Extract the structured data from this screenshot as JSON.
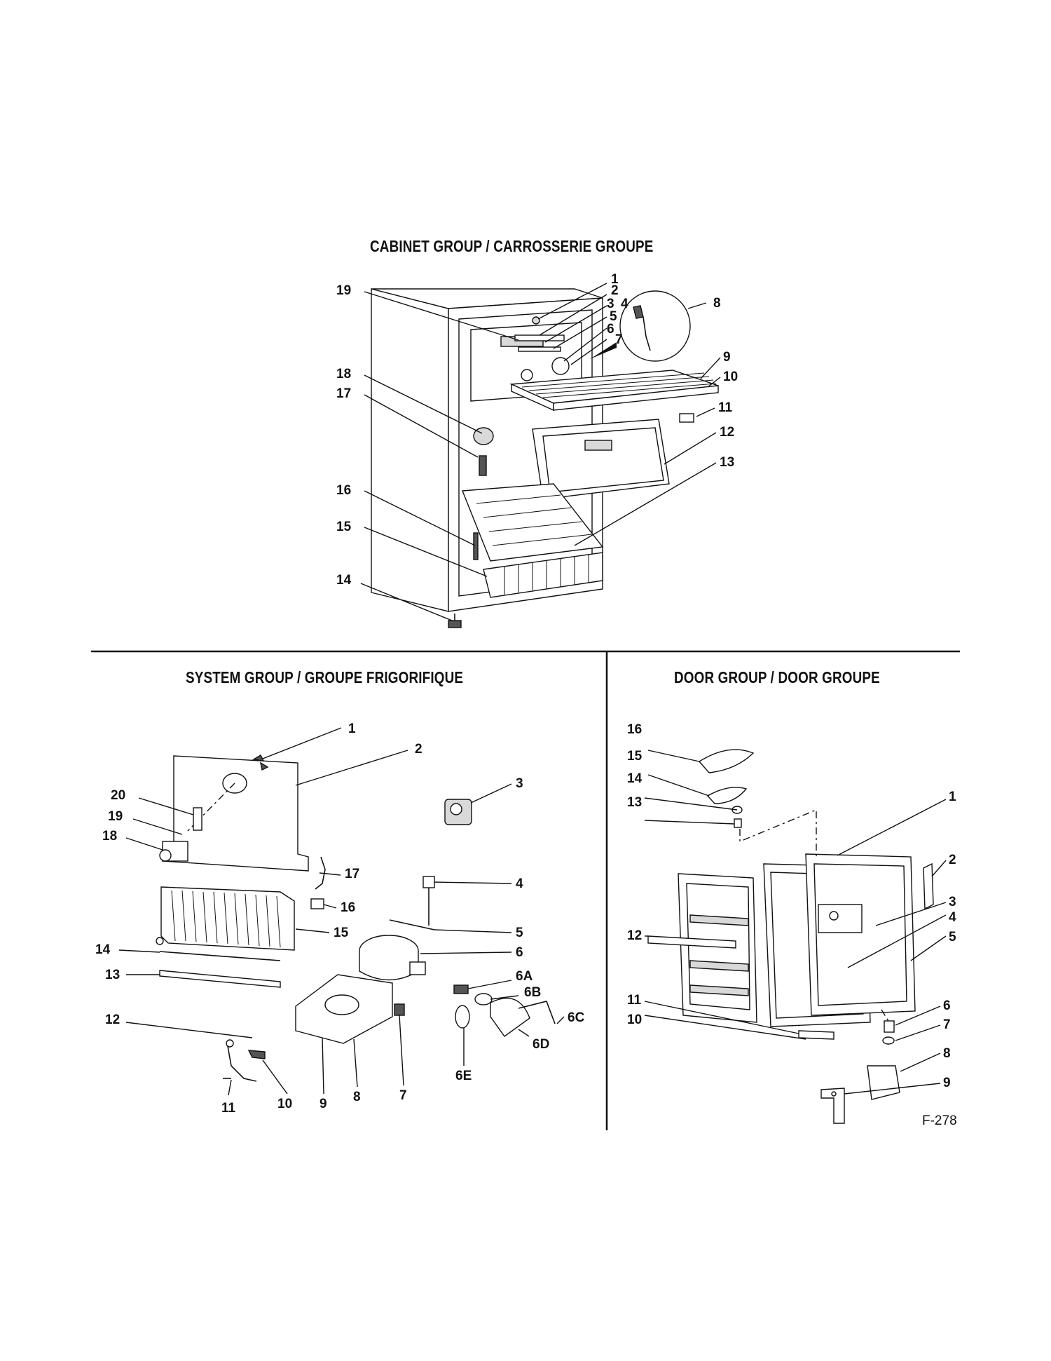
{
  "cabinet_group": {
    "title": "CABINET GROUP / CARROSSERIE GROUPE",
    "callouts": [
      "1",
      "2",
      "3",
      "4",
      "5",
      "6",
      "7",
      "8",
      "9",
      "10",
      "11",
      "12",
      "13",
      "14",
      "15",
      "16",
      "17",
      "18",
      "19"
    ]
  },
  "system_group": {
    "title": "SYSTEM GROUP / GROUPE FRIGORIFIQUE",
    "callouts": [
      "1",
      "2",
      "3",
      "4",
      "5",
      "6",
      "6A",
      "6B",
      "6C",
      "6D",
      "6E",
      "7",
      "8",
      "9",
      "10",
      "11",
      "12",
      "13",
      "14",
      "15",
      "16",
      "17",
      "18",
      "19",
      "20"
    ]
  },
  "door_group": {
    "title": "DOOR GROUP / DOOR GROUPE",
    "callouts": [
      "1",
      "2",
      "3",
      "4",
      "5",
      "6",
      "7",
      "8",
      "9",
      "10",
      "11",
      "12",
      "13",
      "14",
      "15",
      "16"
    ]
  },
  "figure_code": "F-278"
}
